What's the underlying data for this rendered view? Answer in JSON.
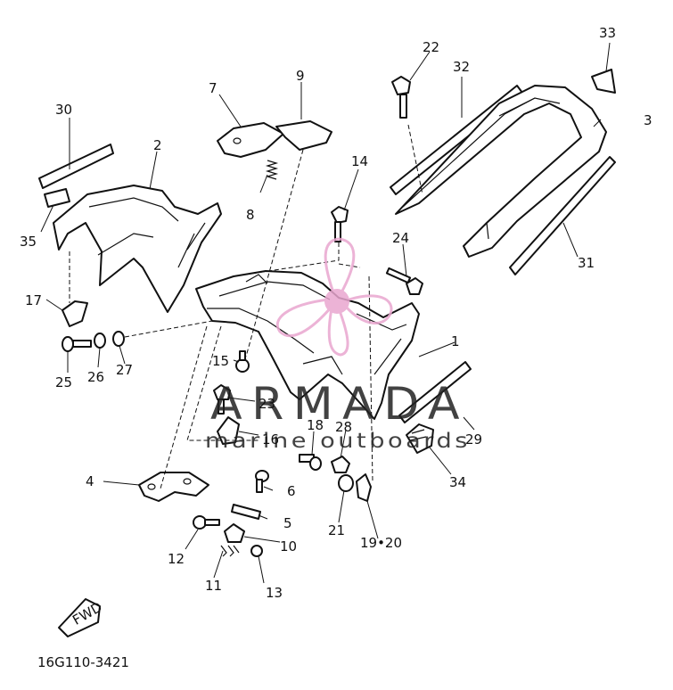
{
  "diagram": {
    "code": "16G110-3421",
    "fwd_label": "FWD",
    "watermark": {
      "brand": "ARMADA",
      "tagline": "marine outboards",
      "logo_color": "#e9a6cf"
    },
    "callouts": [
      {
        "id": "c1",
        "text": "1"
      },
      {
        "id": "c2",
        "text": "2"
      },
      {
        "id": "c3",
        "text": "3"
      },
      {
        "id": "c4",
        "text": "4"
      },
      {
        "id": "c5",
        "text": "5"
      },
      {
        "id": "c6",
        "text": "6"
      },
      {
        "id": "c7",
        "text": "7"
      },
      {
        "id": "c8",
        "text": "8"
      },
      {
        "id": "c9",
        "text": "9"
      },
      {
        "id": "c10",
        "text": "10"
      },
      {
        "id": "c11",
        "text": "11"
      },
      {
        "id": "c12",
        "text": "12"
      },
      {
        "id": "c13",
        "text": "13"
      },
      {
        "id": "c14",
        "text": "14"
      },
      {
        "id": "c15",
        "text": "15"
      },
      {
        "id": "c16",
        "text": "16"
      },
      {
        "id": "c17",
        "text": "17"
      },
      {
        "id": "c18",
        "text": "18"
      },
      {
        "id": "c19",
        "text": "19•20"
      },
      {
        "id": "c21",
        "text": "21"
      },
      {
        "id": "c22",
        "text": "22"
      },
      {
        "id": "c23",
        "text": "23"
      },
      {
        "id": "c24",
        "text": "24"
      },
      {
        "id": "c25",
        "text": "25"
      },
      {
        "id": "c26",
        "text": "26"
      },
      {
        "id": "c27",
        "text": "27"
      },
      {
        "id": "c28",
        "text": "28"
      },
      {
        "id": "c29",
        "text": "29"
      },
      {
        "id": "c30",
        "text": "30"
      },
      {
        "id": "c31",
        "text": "31"
      },
      {
        "id": "c32",
        "text": "32"
      },
      {
        "id": "c33",
        "text": "33"
      },
      {
        "id": "c34",
        "text": "34"
      },
      {
        "id": "c35",
        "text": "35"
      }
    ]
  }
}
